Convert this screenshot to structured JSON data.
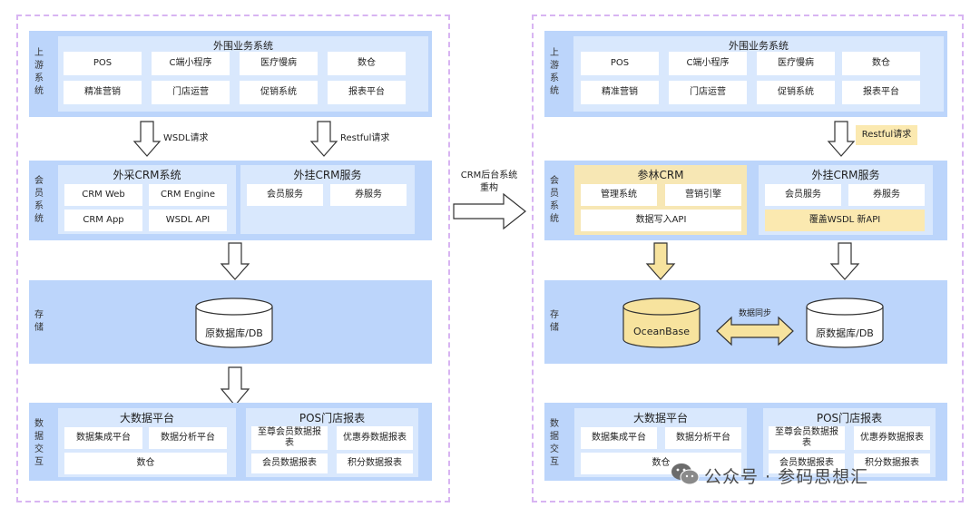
{
  "left": {
    "upstream": {
      "side": "上游系统",
      "title": "外围业务系统",
      "items": [
        "POS",
        "C端小程序",
        "医疗慢病",
        "数仓",
        "精准营销",
        "门店运营",
        "促销系统",
        "报表平台"
      ]
    },
    "arrow_labels": {
      "wsdl": "WSDL请求",
      "restful": "Restful请求"
    },
    "member": {
      "side": "会员系统",
      "crm_title": "外采CRM系统",
      "crm_items": [
        "CRM Web",
        "CRM Engine",
        "CRM App",
        "WSDL API"
      ],
      "ext_title": "外挂CRM服务",
      "ext_items": [
        "会员服务",
        "券服务"
      ]
    },
    "storage": {
      "side": "存储",
      "db": "原数据库/DB"
    },
    "data": {
      "side": "数据交互",
      "bigdata_title": "大数据平台",
      "bigdata_items": [
        "数据集成平台",
        "数据分析平台",
        "数仓"
      ],
      "pos_title": "POS门店报表",
      "pos_items": [
        "至尊会员数据报表",
        "优惠券数据报表",
        "会员数据报表",
        "积分数据报表"
      ]
    }
  },
  "middle": {
    "label_line1": "CRM后台系统",
    "label_line2": "重构"
  },
  "right": {
    "upstream": {
      "side": "上游系统",
      "title": "外围业务系统",
      "items": [
        "POS",
        "C端小程序",
        "医疗慢病",
        "数仓",
        "精准营销",
        "门店运营",
        "促销系统",
        "报表平台"
      ]
    },
    "arrow_labels": {
      "restful": "Restful请求"
    },
    "member": {
      "side": "会员系统",
      "crm_title": "参林CRM",
      "crm_items": [
        "管理系统",
        "营销引擎",
        "数据写入API"
      ],
      "ext_title": "外挂CRM服务",
      "ext_items": [
        "会员服务",
        "券服务",
        "覆盖WSDL 新API"
      ]
    },
    "storage": {
      "side": "存储",
      "ocean": "OceanBase",
      "sync": "数据同步",
      "db": "原数据库/DB"
    },
    "data": {
      "side": "数据交互",
      "bigdata_title": "大数据平台",
      "bigdata_items": [
        "数据集成平台",
        "数据分析平台",
        "数仓"
      ],
      "pos_title": "POS门店报表",
      "pos_items": [
        "至尊会员数据报表",
        "优惠券数据报表",
        "会员数据报表",
        "积分数据报表"
      ]
    }
  },
  "watermark": "公众号 · 参码思想汇",
  "colors": {
    "layer": "#bcd5fb",
    "inner": "#d9e8fd",
    "highlight": "#f7e7b4",
    "frame": "#d8b4f2"
  }
}
